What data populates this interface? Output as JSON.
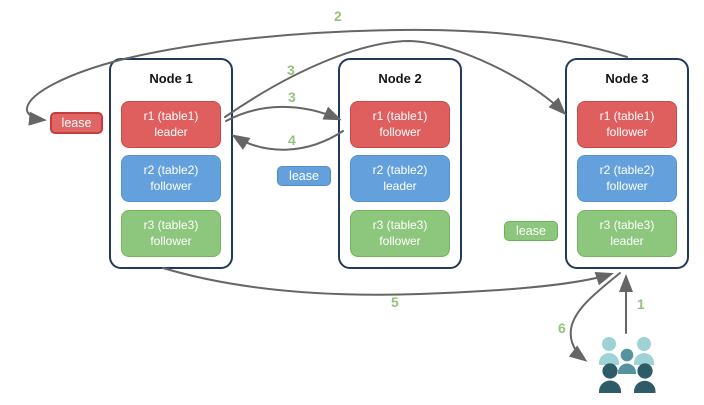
{
  "nodes": [
    {
      "title": "Node 1",
      "replicas": [
        {
          "name": "r1 (table1)",
          "role": "leader",
          "color": "red"
        },
        {
          "name": "r2 (table2)",
          "role": "follower",
          "color": "blue"
        },
        {
          "name": "r3 (table3)",
          "role": "follower",
          "color": "green"
        }
      ]
    },
    {
      "title": "Node 2",
      "replicas": [
        {
          "name": "r1 (table1)",
          "role": "follower",
          "color": "red"
        },
        {
          "name": "r2 (table2)",
          "role": "leader",
          "color": "blue"
        },
        {
          "name": "r3 (table3)",
          "role": "follower",
          "color": "green"
        }
      ]
    },
    {
      "title": "Node 3",
      "replicas": [
        {
          "name": "r1 (table1)",
          "role": "follower",
          "color": "red"
        },
        {
          "name": "r2 (table2)",
          "role": "follower",
          "color": "blue"
        },
        {
          "name": "r3 (table3)",
          "role": "leader",
          "color": "green"
        }
      ]
    }
  ],
  "leases": [
    {
      "label": "lease",
      "color": "red"
    },
    {
      "label": "lease",
      "color": "blue"
    },
    {
      "label": "lease",
      "color": "green"
    }
  ],
  "steps": {
    "s1": "1",
    "s2": "2",
    "s3a": "3",
    "s3b": "3",
    "s4": "4",
    "s5": "5",
    "s6": "6"
  },
  "icons": {
    "users": "users-icon"
  },
  "colors": {
    "replica_red": "#df5f5f",
    "replica_red_border": "#c84a4a",
    "replica_blue": "#64a1dc",
    "replica_blue_border": "#5494ce",
    "replica_green": "#8dc77d",
    "replica_green_border": "#74b55a",
    "node_border": "#23395c",
    "arrow": "#666666",
    "step_label": "#93c47d",
    "lease_red_border": "#c63d3d",
    "users_light": "#9ed2d4",
    "users_mid": "#55949e",
    "users_dark": "#2d5b68"
  }
}
